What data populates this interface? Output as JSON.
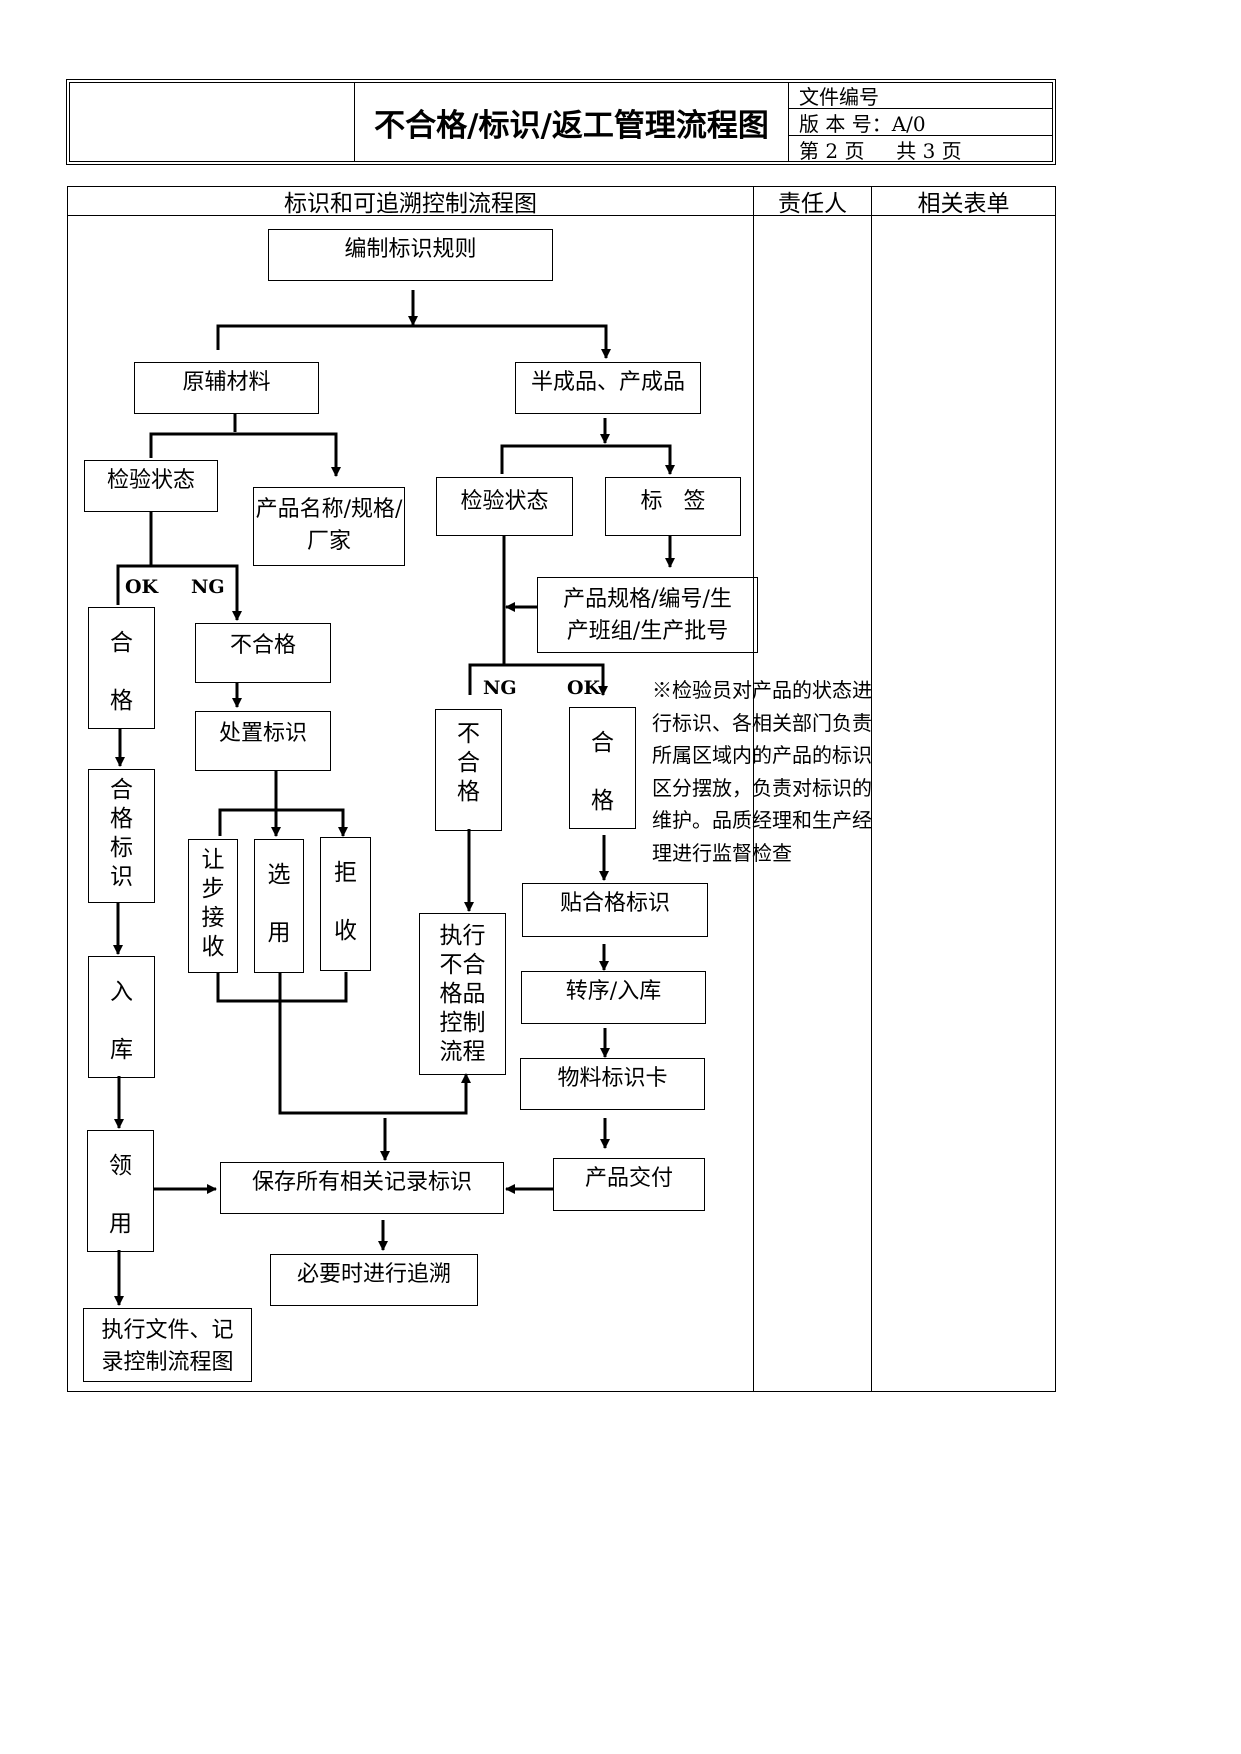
{
  "header": {
    "title": "不合格/标识/返工管理流程图",
    "doc_no_label": "文件编号",
    "version_label": "版 本 号：A/0",
    "page_label": "第 2 页     共 3 页"
  },
  "table": {
    "col_flow": "标识和可追溯控制流程图",
    "col_owner": "责任人",
    "col_forms": "相关表单"
  },
  "nodes": {
    "bianzhi": "编制标识规则",
    "yuanfu": "原辅材料",
    "banchengpin": "半成品、产成品",
    "jianyan1": "检验状态",
    "chanpin_mingcheng": "产品名称/规格/厂家",
    "jianyan2": "检验状态",
    "biaoqian": "标   签",
    "chanpin_guige": "产品规格/编号/生产班组/生产批号",
    "hege1": [
      "合",
      "格"
    ],
    "buhege1": "不合格",
    "chuzhi": "处置标识",
    "hege_biaoshi": [
      "合",
      "格",
      "标",
      "识"
    ],
    "rangbu": [
      "让",
      "步",
      "接",
      "收"
    ],
    "xuanyong": [
      "选",
      "用"
    ],
    "jushou": [
      "拒",
      "收"
    ],
    "buhege2": [
      "不",
      "合",
      "格"
    ],
    "hege2": [
      "合",
      "格"
    ],
    "zhixing_buhege": [
      "执行",
      "不合",
      "格品",
      "控制",
      "流程"
    ],
    "tie_hege": "贴合格标识",
    "zhuanxu": "转序/入库",
    "wuliao": "物料标识卡",
    "ruku": [
      "入",
      "库"
    ],
    "lingyong": [
      "领",
      "用"
    ],
    "baocun": "保存所有相关记录标识",
    "jiaofu": "产品交付",
    "zhuisu": "必要时进行追溯",
    "zhixing_wenjian": "执行文件、记录控制流程图"
  },
  "labels": {
    "ok_left": "OK",
    "ng_left": "NG",
    "ng_right": "NG",
    "ok_right": "OK"
  },
  "note": "※检验员对产品的状态进行标识、各相关部门负责所属区域内的产品的标识区分摆放，负责对标识的维护。品质经理和生产经理进行监督检查"
}
